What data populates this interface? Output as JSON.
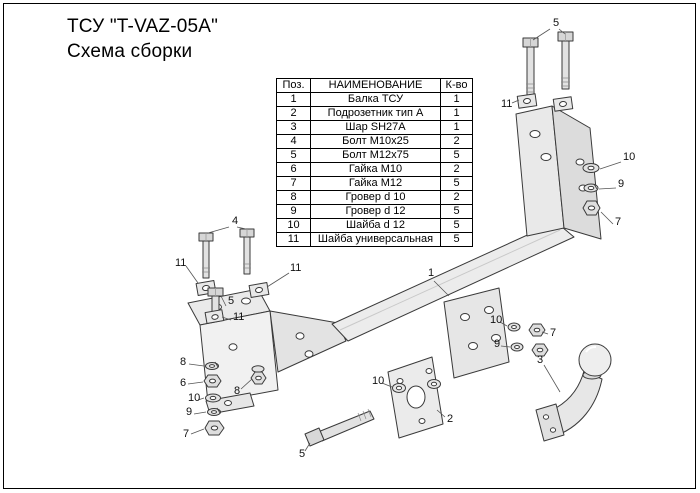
{
  "title": "ТСУ \"T-VAZ-05A\"",
  "subtitle": "Схема сборки",
  "table": {
    "headers": [
      "Поз.",
      "НАИМЕНОВАНИЕ",
      "К-во"
    ],
    "rows": [
      [
        "1",
        "Балка ТСУ",
        "1"
      ],
      [
        "2",
        "Подрозетник тип А",
        "1"
      ],
      [
        "3",
        "Шар SH27A",
        "1"
      ],
      [
        "4",
        "Болт М10х25",
        "2"
      ],
      [
        "5",
        "Болт М12х75",
        "5"
      ],
      [
        "6",
        "Гайка М10",
        "2"
      ],
      [
        "7",
        "Гайка М12",
        "5"
      ],
      [
        "8",
        "Гровер d 10",
        "2"
      ],
      [
        "9",
        "Гровер d 12",
        "5"
      ],
      [
        "10",
        "Шайба d 12",
        "5"
      ],
      [
        "11",
        "Шайба универсальная",
        "5"
      ]
    ]
  },
  "callouts": [
    "5",
    "11",
    "10",
    "9",
    "7",
    "1",
    "4",
    "11",
    "11",
    "5",
    "11",
    "8",
    "6",
    "10",
    "9",
    "7",
    "8",
    "10",
    "2",
    "10",
    "9",
    "7",
    "5",
    "3"
  ],
  "colors": {
    "ink": "#000000",
    "line": "#3a3a3a",
    "metal_light": "#ededed",
    "metal_mid": "#dcdcdc"
  }
}
